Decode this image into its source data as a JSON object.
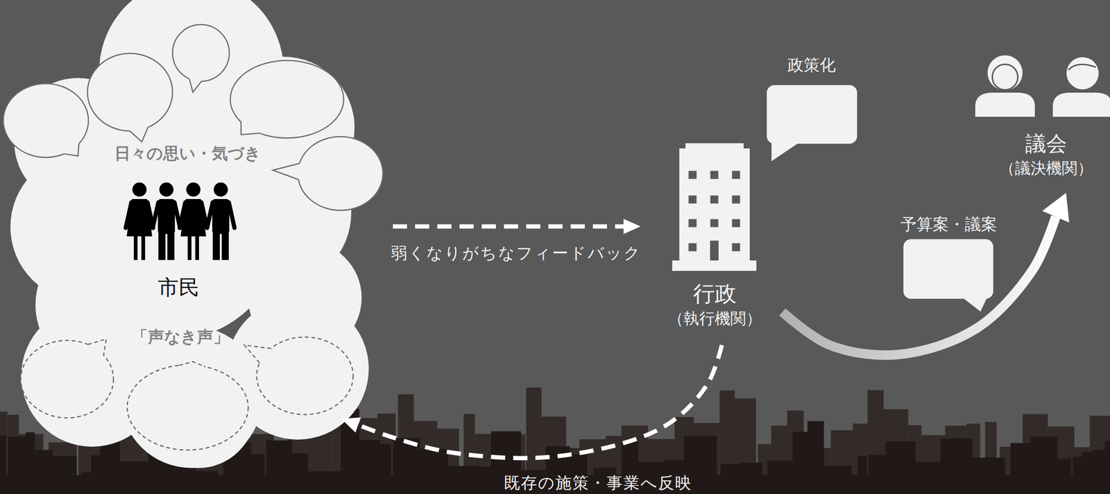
{
  "diagram": {
    "nodes": [
      {
        "text": [
          "日々の思い・気づき",
          "市民",
          "「声なき声」"
        ]
      },
      {
        "text": [
          "行政",
          "（執行機関）"
        ]
      },
      {
        "text": [
          "政策化"
        ]
      },
      {
        "text": [
          "予算案・議案"
        ]
      },
      {
        "text": [
          "議会",
          "（議決機関）"
        ]
      }
    ],
    "edges": [
      {
        "from": 0,
        "to": 1,
        "arrow": "to",
        "label": "弱くなりがちなフィードバック"
      },
      {
        "from": 1,
        "to": 4,
        "arrow": "to"
      },
      {
        "from": 1,
        "to": 0,
        "arrow": "to",
        "label": "既存の施策・事業へ反映"
      }
    ]
  }
}
